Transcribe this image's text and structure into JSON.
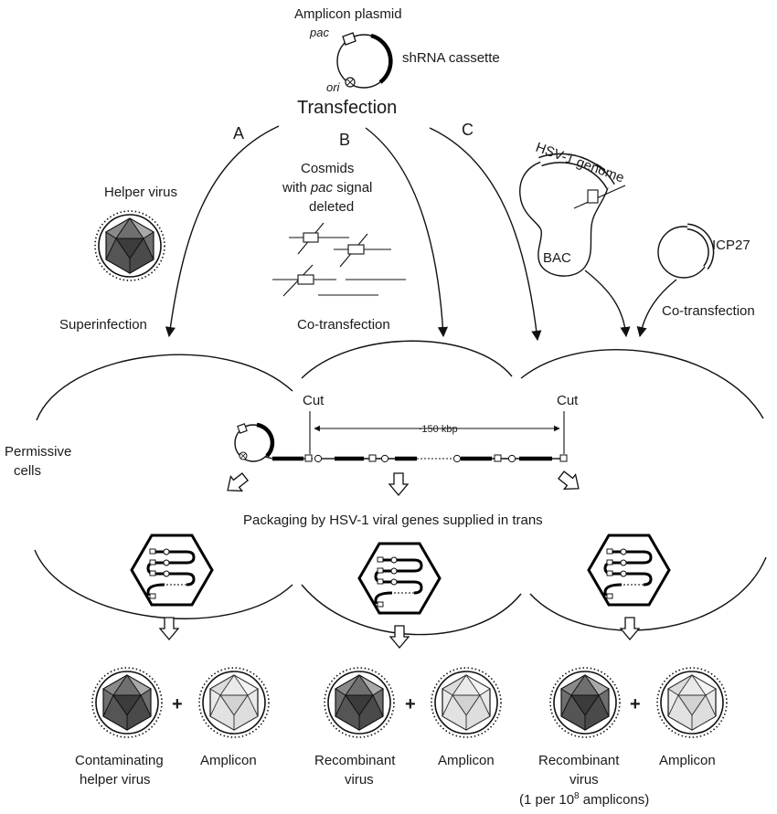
{
  "plasmid": {
    "title": "Amplicon plasmid",
    "pac": "pac",
    "ori": "ori",
    "cassette": "shRNA cassette"
  },
  "transfection": "Transfection",
  "routes": {
    "a": "A",
    "b": "B",
    "c": "C"
  },
  "route_a": {
    "helper_virus": "Helper virus",
    "superinfection": "Superinfection"
  },
  "route_b": {
    "cosmids_line1": "Cosmids",
    "cosmids_line2_pre": "with ",
    "cosmids_line2_italic": "pac",
    "cosmids_line2_post": " signal",
    "cosmids_line3": "deleted",
    "cotransfection": "Co-transfection"
  },
  "route_c": {
    "hsv_genome": "HSV-1 genome",
    "bac": "BAC",
    "icp27": "ICP27",
    "cotransfection": "Co-transfection"
  },
  "cells": {
    "permissive_line1": "Permissive",
    "permissive_line2": "cells",
    "cut_left": "Cut",
    "cut_right": "Cut",
    "size": "~150 kbp",
    "packaging": "Packaging by HSV-1 viral genes supplied in trans"
  },
  "outputs": {
    "a_left_line1": "Contaminating",
    "a_left_line2": "helper virus",
    "a_right": "Amplicon",
    "b_left_line1": "Recombinant",
    "b_left_line2": "virus",
    "b_right": "Amplicon",
    "c_left_line1": "Recombinant",
    "c_left_line2": "virus",
    "c_left_line3": "(1 per 10",
    "c_left_line3_sup": "8",
    "c_left_line3_end": " amplicons)",
    "c_right": "Amplicon",
    "plus": "+"
  },
  "colors": {
    "line": "#111111",
    "capsid_dark": "#3c3c3c",
    "capsid_mid": "#6f6f6f",
    "capsid_light": "#a9a9a9",
    "amplicon_light": "#eaeaea",
    "amplicon_mid": "#d2d2d2"
  }
}
